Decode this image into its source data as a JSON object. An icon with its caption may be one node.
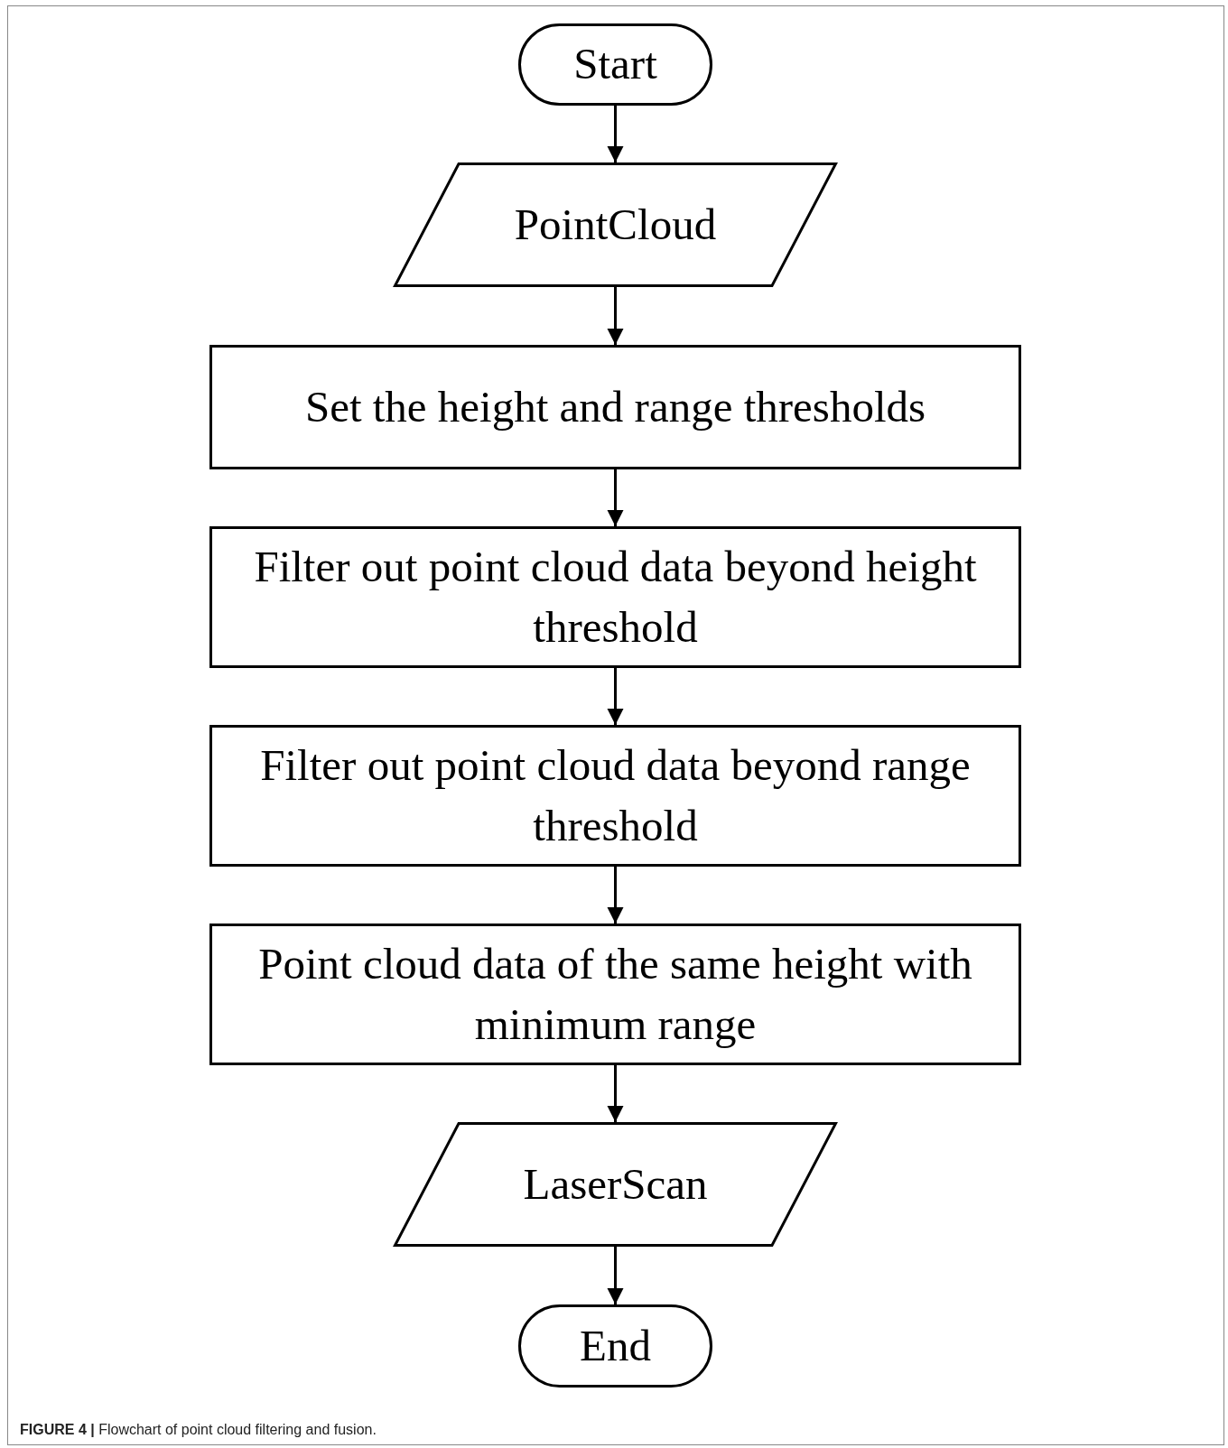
{
  "diagram": {
    "caption": "**FIGURE 4 |** Flowchart of point cloud filtering and fusion.",
    "nodes": [
      {
        "text": [
          "Start"
        ]
      },
      {
        "text": [
          "PointCloud"
        ]
      },
      {
        "text": [
          "Set the height and range thresholds"
        ]
      },
      {
        "text": [
          "Filter out point cloud data beyond height threshold"
        ]
      },
      {
        "text": [
          "Filter out point cloud data beyond range threshold"
        ]
      },
      {
        "text": [
          "Point cloud data of the same height with minimum range"
        ]
      },
      {
        "text": [
          "LaserScan"
        ]
      },
      {
        "text": [
          "End"
        ]
      }
    ],
    "edges": [
      {
        "from": 0,
        "to": 1,
        "arrow": "to"
      },
      {
        "from": 1,
        "to": 2,
        "arrow": "to"
      },
      {
        "from": 2,
        "to": 3,
        "arrow": "to"
      },
      {
        "from": 3,
        "to": 4,
        "arrow": "to"
      },
      {
        "from": 4,
        "to": 5,
        "arrow": "to"
      },
      {
        "from": 5,
        "to": 6,
        "arrow": "to"
      },
      {
        "from": 6,
        "to": 7,
        "arrow": "to"
      }
    ]
  }
}
